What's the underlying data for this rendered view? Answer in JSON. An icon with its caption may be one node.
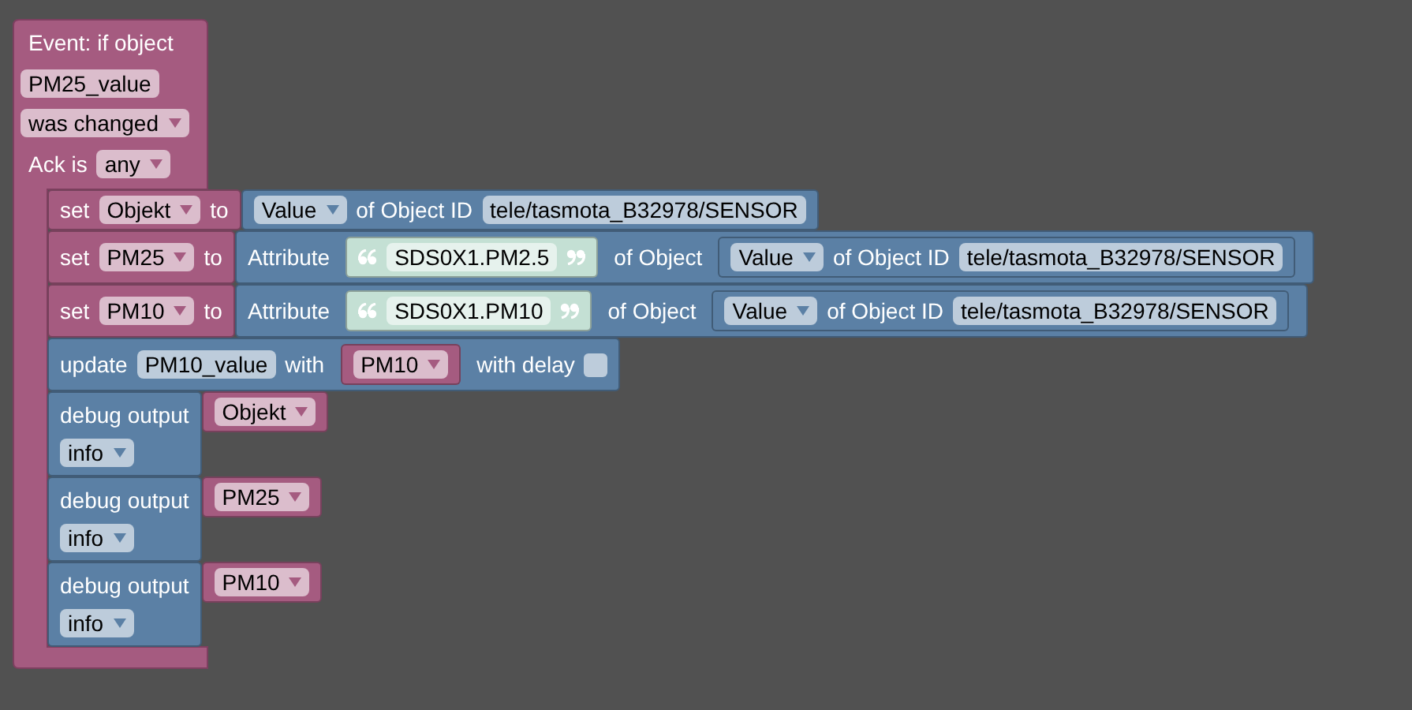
{
  "diagram": {
    "nodes": [
      {
        "text": [
          "Event: if object",
          "PM25_value",
          "was changed",
          "Ack is",
          "any"
        ]
      },
      {
        "text": [
          "set",
          "Objekt",
          "to"
        ]
      },
      {
        "text": [
          "Value",
          "of Object ID",
          "tele/tasmota_B32978/SENSOR"
        ]
      },
      {
        "text": [
          "set",
          "PM25",
          "to"
        ]
      },
      {
        "text": [
          "Attribute",
          "of Object"
        ]
      },
      {
        "text": [
          "SDS0X1.PM2.5"
        ],
        "in": 4
      },
      {
        "text": [
          "Value",
          "of Object ID",
          "tele/tasmota_B32978/SENSOR"
        ],
        "in": 4
      },
      {
        "text": [
          "set",
          "PM10",
          "to"
        ]
      },
      {
        "text": [
          "Attribute",
          "of Object"
        ]
      },
      {
        "text": [
          "SDS0X1.PM10"
        ],
        "in": 8
      },
      {
        "text": [
          "Value",
          "of Object ID",
          "tele/tasmota_B32978/SENSOR"
        ],
        "in": 8
      },
      {
        "text": [
          "update",
          "PM10_value",
          "with",
          "with delay"
        ]
      },
      {
        "text": [
          "PM10"
        ],
        "in": 11
      },
      {
        "text": [
          "debug output",
          "info"
        ]
      },
      {
        "text": [
          "Objekt"
        ]
      },
      {
        "text": [
          "debug output",
          "info"
        ]
      },
      {
        "text": [
          "PM25"
        ]
      },
      {
        "text": [
          "debug output",
          "info"
        ]
      },
      {
        "text": [
          "PM10"
        ]
      }
    ]
  }
}
